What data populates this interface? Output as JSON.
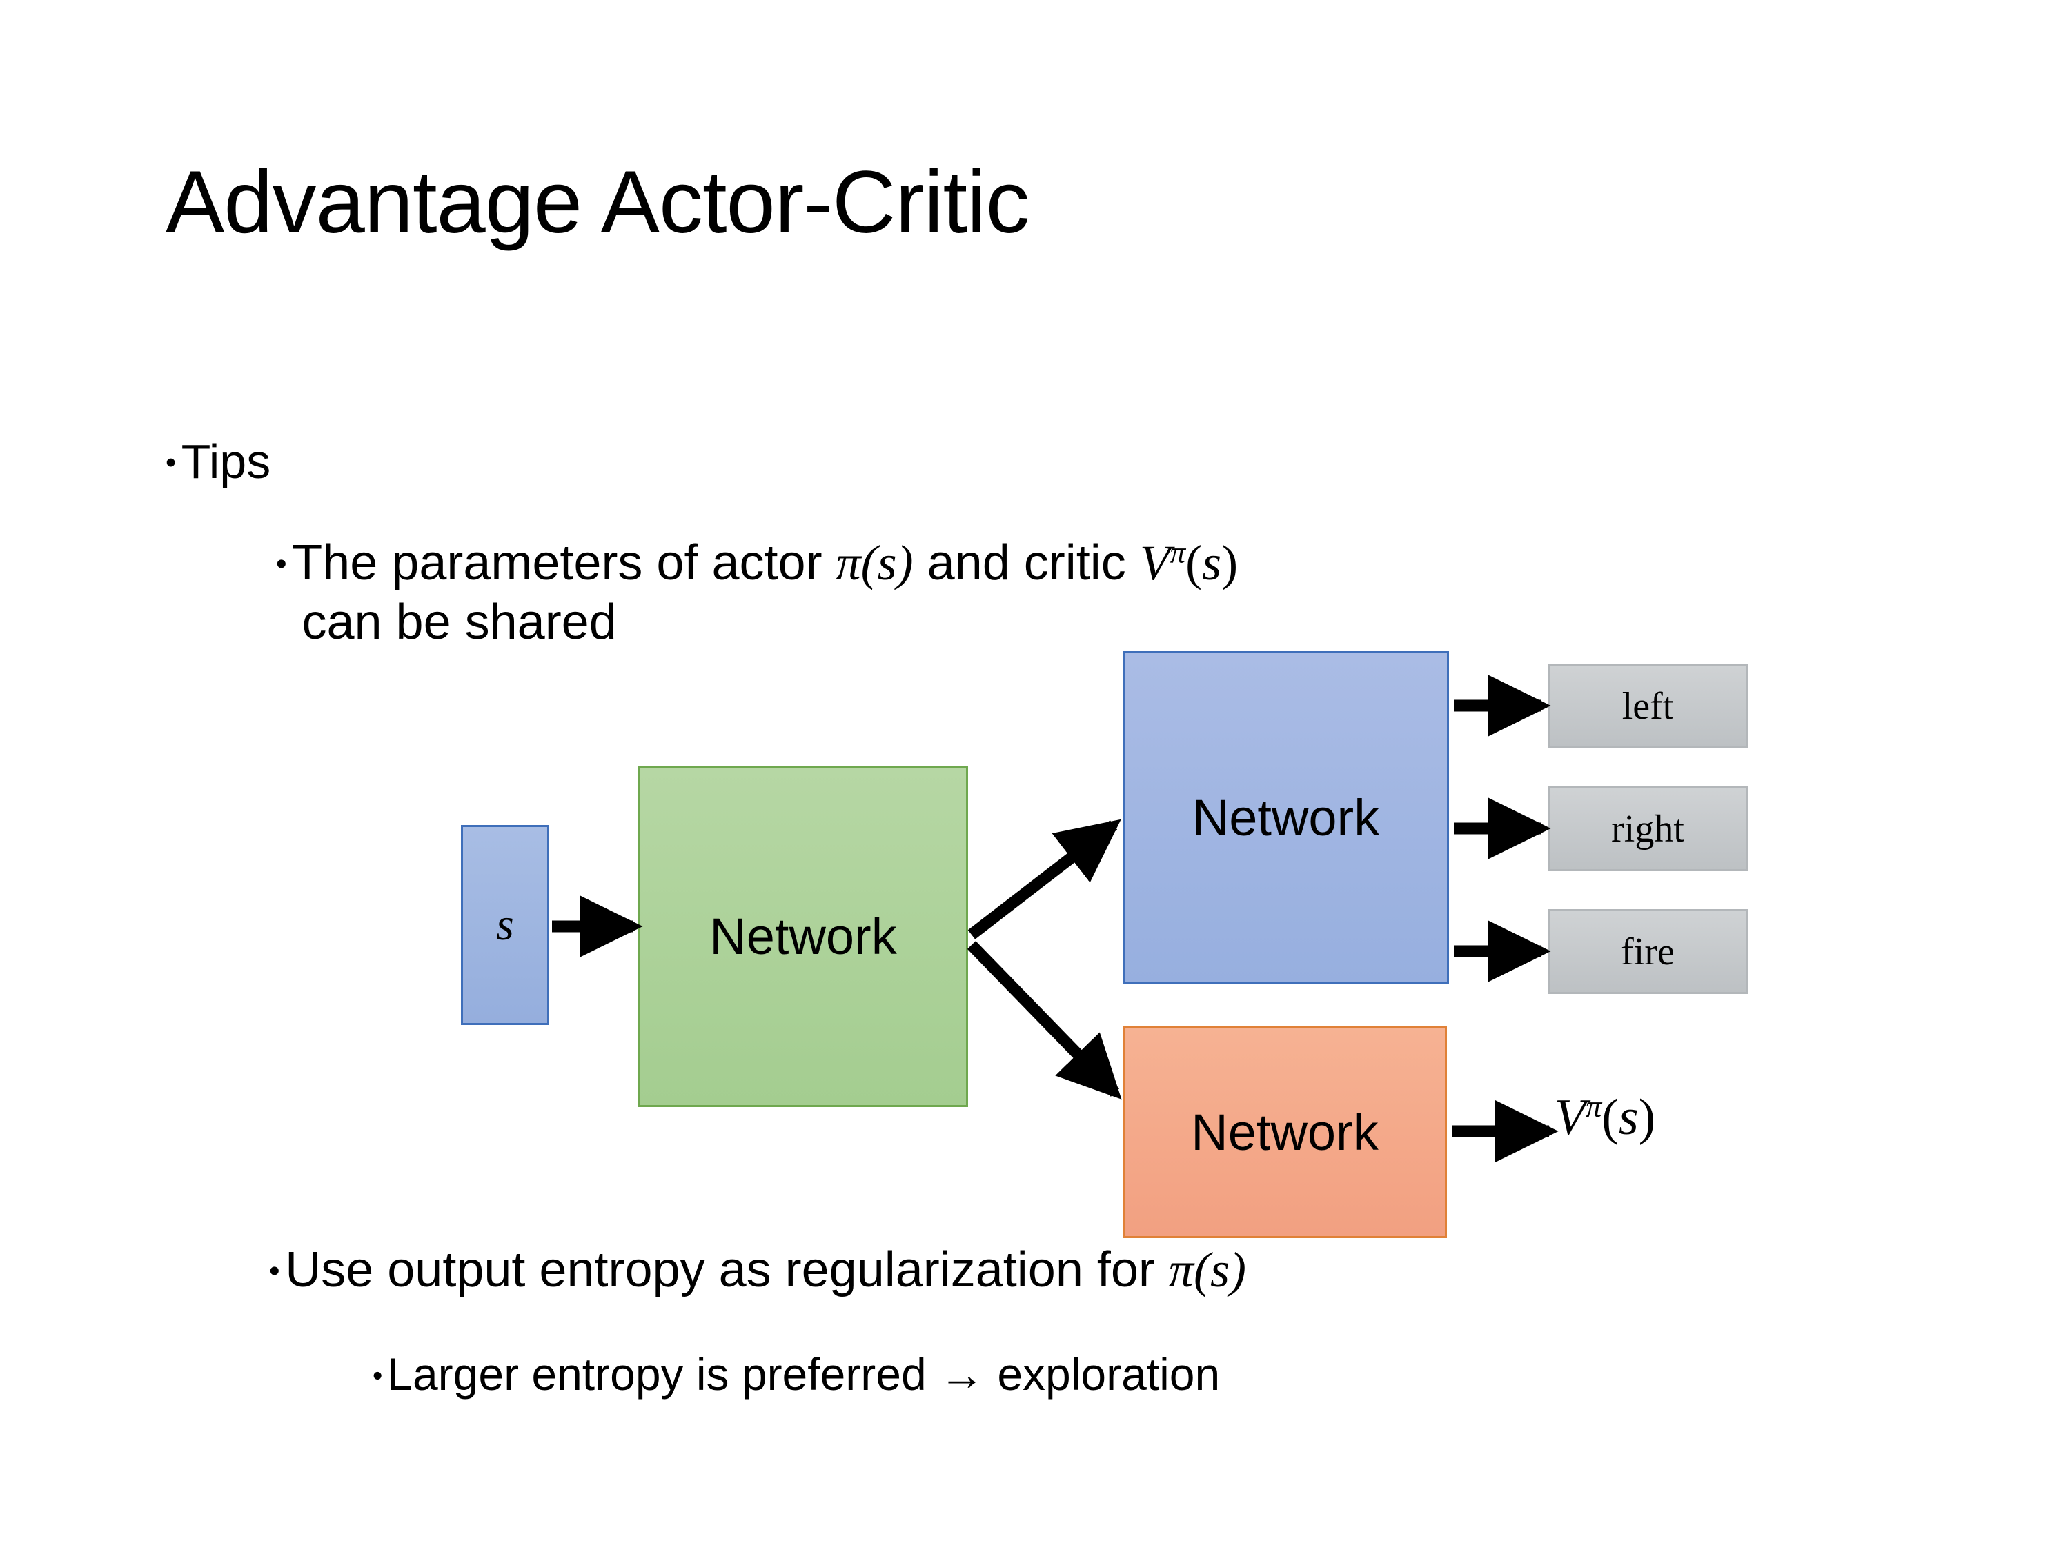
{
  "slide": {
    "title": "Advantage Actor-Critic",
    "background_color": "#ffffff"
  },
  "bullets": {
    "tips": "Tips",
    "shared_line1_pre": "The parameters of actor ",
    "shared_pi_open": "π(",
    "shared_pi_s": "s",
    "shared_pi_close": ")",
    "shared_mid": "  and critic ",
    "shared_V": "V",
    "shared_V_sup": "π",
    "shared_V_open": "(",
    "shared_V_s": "s",
    "shared_V_close": ")",
    "shared_line2": "can be shared",
    "entropy_pre": "Use output entropy as regularization for ",
    "entropy_pi": "π(",
    "entropy_s": "s",
    "entropy_close": ")",
    "exploration": "Larger entropy is preferred → exploration",
    "bullet_glyph": "•"
  },
  "diagram": {
    "input_box": {
      "label": "s",
      "fill": "#a0b6e0",
      "border": "#3f6fba"
    },
    "shared_network": {
      "label": "Network",
      "fill": "#aed397",
      "border": "#6fa84f"
    },
    "actor_network": {
      "label": "Network",
      "fill": "#a0b6e0",
      "border": "#3f6fba"
    },
    "critic_network": {
      "label": "Network",
      "fill": "#f4a98a",
      "border": "#e08137"
    },
    "actions": [
      {
        "label": "left",
        "fill": "#c7cacd",
        "border": "#b3b7ba"
      },
      {
        "label": "right",
        "fill": "#c7cacd",
        "border": "#b3b7ba"
      },
      {
        "label": "fire",
        "fill": "#c7cacd",
        "border": "#b3b7ba"
      }
    ],
    "critic_output": {
      "V": "V",
      "sup": "π",
      "open": "(",
      "s": "s",
      "close": ")"
    },
    "arrow_color": "#000000"
  }
}
